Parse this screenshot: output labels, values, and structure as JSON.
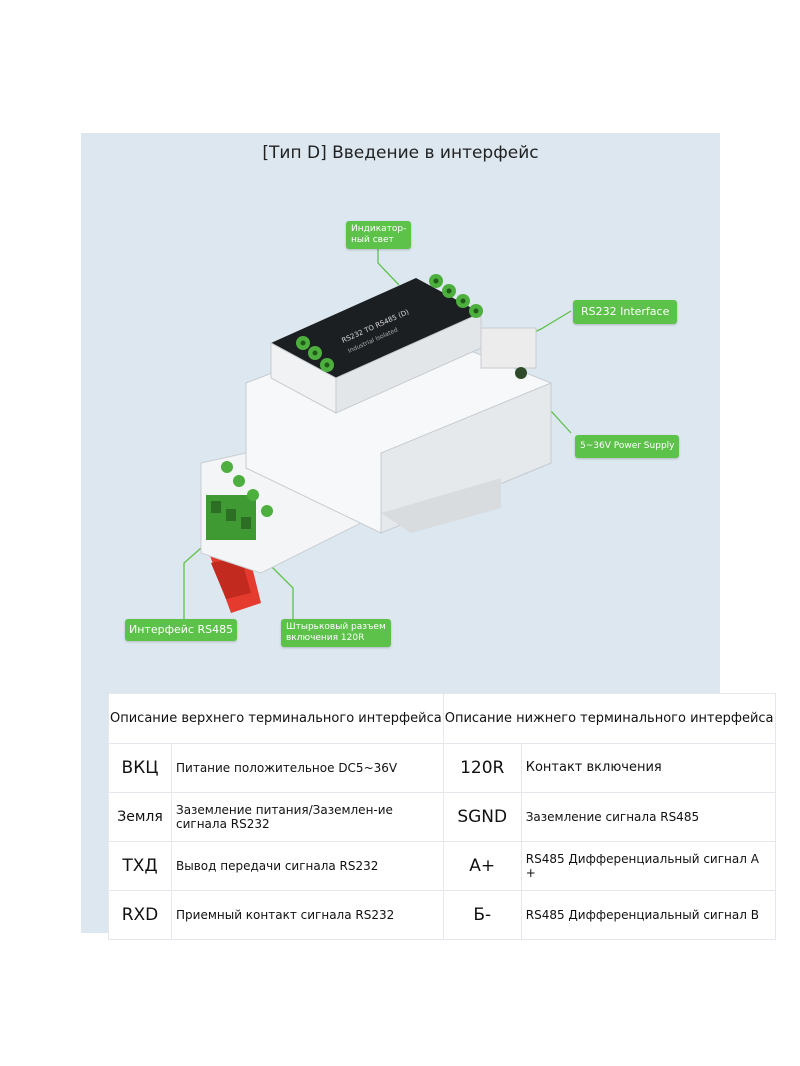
{
  "title": "[Тип D] Введение в интерфейс",
  "callouts": {
    "indicator": "Индикатор-\nный свет",
    "rs232": "RS232 Interface",
    "power": "5~36V Power Supply",
    "rs485": "Интерфейс RS485",
    "jumper": "Штырьковый разъем\nвключения 120R"
  },
  "table": {
    "top_header": "Описание верхнего терминального интерфейса",
    "bottom_header": "Описание нижнего терминального интерфейса",
    "rows": [
      {
        "top_code": "ВКЦ",
        "top_desc": "Питание положительное DC5~36V",
        "bottom_code": "120R",
        "bottom_desc": "Контакт включения"
      },
      {
        "top_code": "Земля",
        "top_desc": "Заземление питания/Заземлен-ие сигнала RS232",
        "bottom_code": "SGND",
        "bottom_desc": "Заземление сигнала RS485"
      },
      {
        "top_code": "ТХД",
        "top_desc": "Вывод передачи сигнала RS232",
        "bottom_code": "A+",
        "bottom_desc": "RS485 Дифференциальный сигнал А +"
      },
      {
        "top_code": "RXD",
        "top_desc": "Приемный контакт сигнала RS232",
        "bottom_code": "Б-",
        "bottom_desc": "RS485 Дифференциальный сигнал В"
      }
    ]
  }
}
